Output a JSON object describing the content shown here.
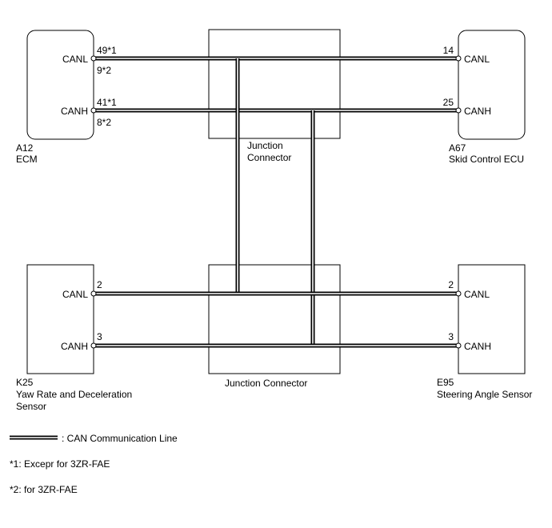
{
  "components": {
    "ecm": {
      "code": "A12",
      "name": "ECM",
      "pin_canl": "CANL",
      "pin_canh": "CANH"
    },
    "skid": {
      "code": "A67",
      "name": "Skid Control ECU",
      "pin_canl": "CANL",
      "pin_canh": "CANH"
    },
    "yaw": {
      "code": "K25",
      "name_line1": "Yaw Rate and Deceleration",
      "name_line2": "Sensor",
      "pin_canl": "CANL",
      "pin_canh": "CANH"
    },
    "steer": {
      "code": "E95",
      "name": "Steering Angle Sensor",
      "pin_canl": "CANL",
      "pin_canh": "CANH"
    },
    "jc_top": {
      "line1": "Junction",
      "line2": "Connector"
    },
    "jc_bottom": {
      "label": "Junction Connector"
    }
  },
  "pins": {
    "ecm_canl_a": "49*1",
    "ecm_canl_b": "9*2",
    "ecm_canh_a": "41*1",
    "ecm_canh_b": "8*2",
    "skid_canl": "14",
    "skid_canh": "25",
    "yaw_canl": "2",
    "yaw_canh": "3",
    "steer_canl": "2",
    "steer_canh": "3"
  },
  "legend": {
    "wire_label": ": CAN Communication Line"
  },
  "notes": [
    "*1: Excepr for 3ZR-FAE",
    "*2: for 3ZR-FAE"
  ]
}
